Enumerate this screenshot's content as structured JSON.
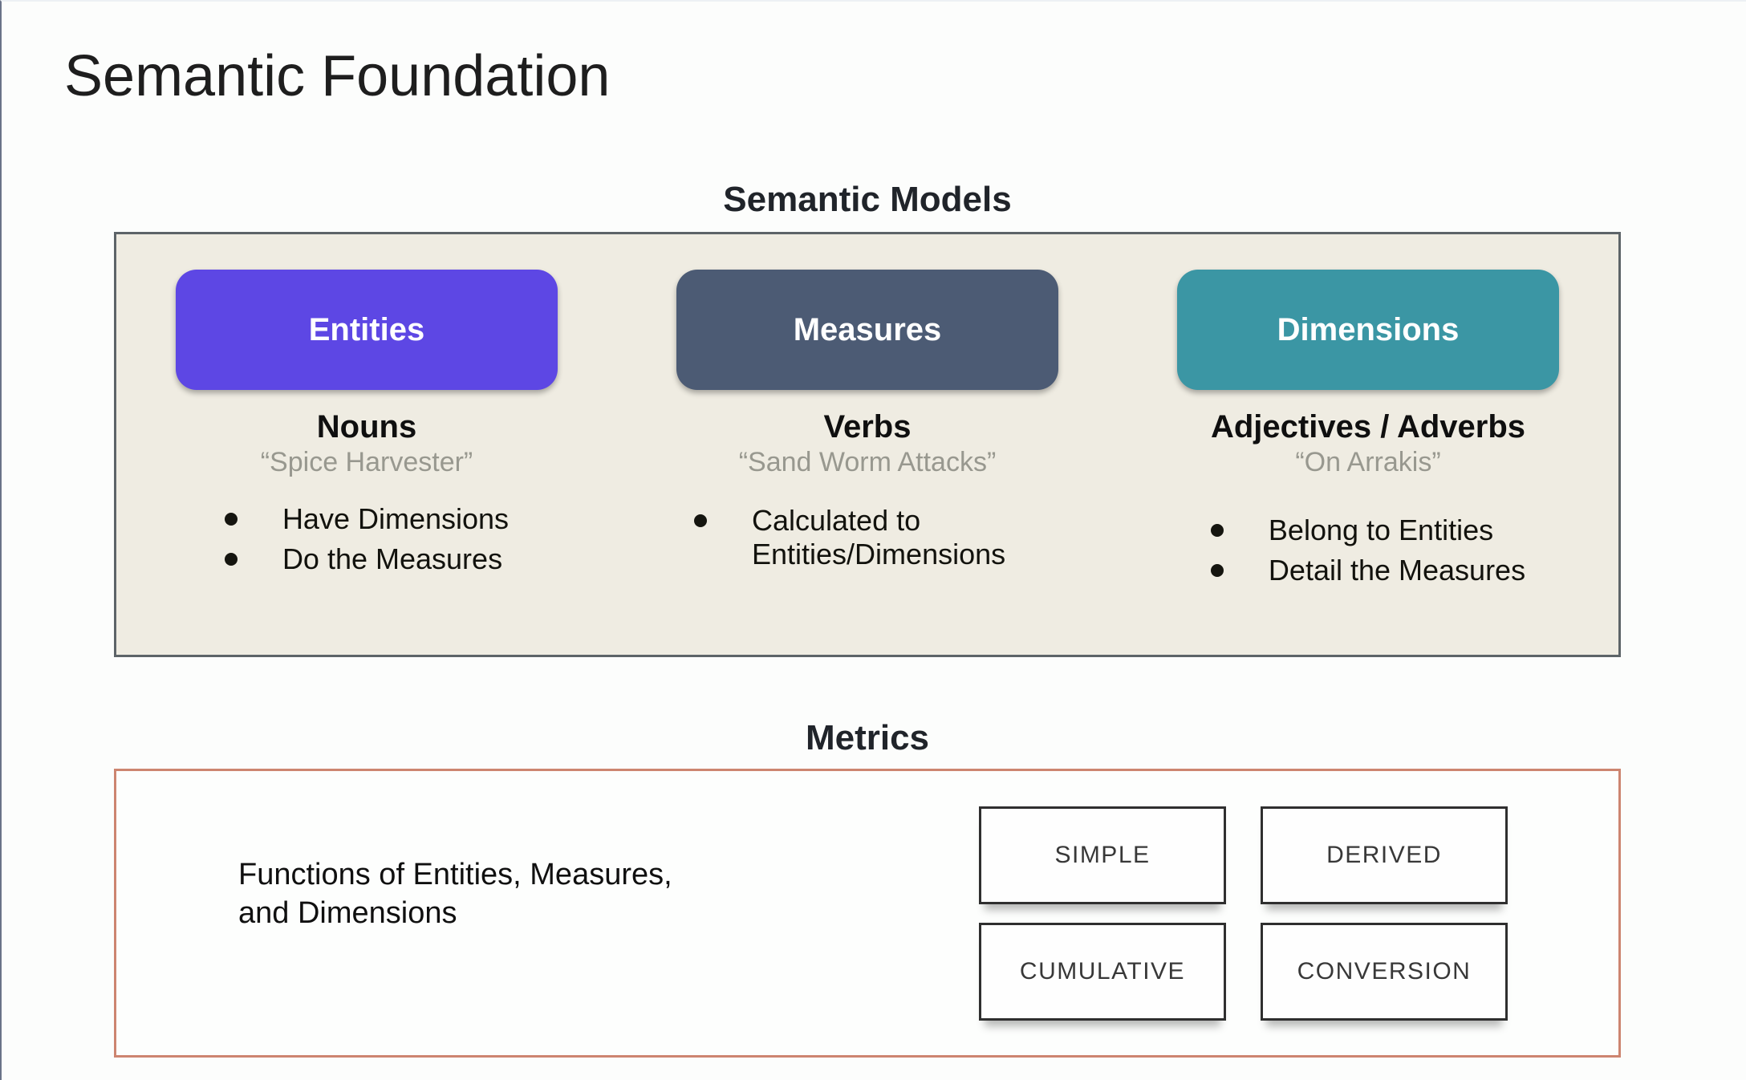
{
  "page": {
    "title": "Semantic Foundation"
  },
  "semantic_models": {
    "title": "Semantic Models",
    "columns": [
      {
        "button": "Entities",
        "heading": "Nouns",
        "quote": "“Spice Harvester”",
        "bullets": [
          "Have Dimensions",
          "Do the Measures"
        ]
      },
      {
        "button": "Measures",
        "heading": "Verbs",
        "quote": "“Sand Worm Attacks”",
        "bullets": [
          "Calculated to Entities/Dimensions"
        ]
      },
      {
        "button": "Dimensions",
        "heading": "Adjectives / Adverbs",
        "quote": "“On Arrakis”",
        "bullets": [
          "Belong to Entities",
          "Detail the Measures"
        ]
      }
    ]
  },
  "metrics": {
    "title": "Metrics",
    "description": "Functions of Entities, Measures, and Dimensions",
    "description_lines": [
      "Functions of Entities, Measures,",
      "and Dimensions"
    ],
    "types": [
      "SIMPLE",
      "DERIVED",
      "CUMULATIVE",
      "CONVERSION"
    ]
  },
  "colors": {
    "entities_button": "#5d47e4",
    "measures_button": "#4c5b74",
    "dimensions_button": "#3b96a4",
    "models_panel_bg": "#efece2",
    "models_panel_border": "#5d6468",
    "metrics_panel_border": "#cd8570",
    "quote_text": "#98988f"
  }
}
